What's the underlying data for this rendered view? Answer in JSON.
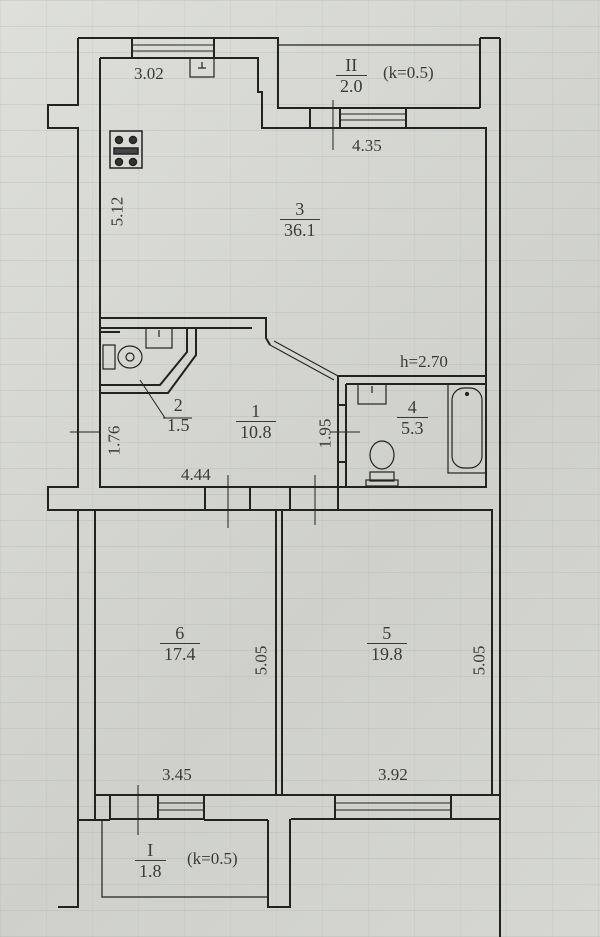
{
  "plan": {
    "ceiling_height": "h=2.70",
    "rooms": [
      {
        "id": "room-3",
        "number": "3",
        "area": "36.1"
      },
      {
        "id": "room-1",
        "number": "1",
        "area": "10.8"
      },
      {
        "id": "room-2",
        "number": "2",
        "area": "1.5"
      },
      {
        "id": "room-4",
        "number": "4",
        "area": "5.3"
      },
      {
        "id": "room-6",
        "number": "6",
        "area": "17.4"
      },
      {
        "id": "room-5",
        "number": "5",
        "area": "19.8"
      }
    ],
    "balconies": [
      {
        "id": "balcony-top",
        "number": "II",
        "area": "2.0",
        "coefficient": "(k=0.5)"
      },
      {
        "id": "balcony-bottom",
        "number": "I",
        "area": "1.8",
        "coefficient": "(k=0.5)"
      }
    ],
    "dimensions": {
      "kitchen_top": "3.02",
      "kitchen_right_top": "4.35",
      "kitchen_left": "5.12",
      "hall_left": "1.76",
      "hall_bottom": "4.44",
      "hall_right": "1.95",
      "room6_right": "5.05",
      "room5_right": "5.05",
      "room6_bottom": "3.45",
      "room5_bottom": "3.92"
    },
    "fixtures": [
      "stove",
      "toilet-wc",
      "sink-wc",
      "toilet-bath",
      "sink-bath",
      "bathtub"
    ]
  }
}
